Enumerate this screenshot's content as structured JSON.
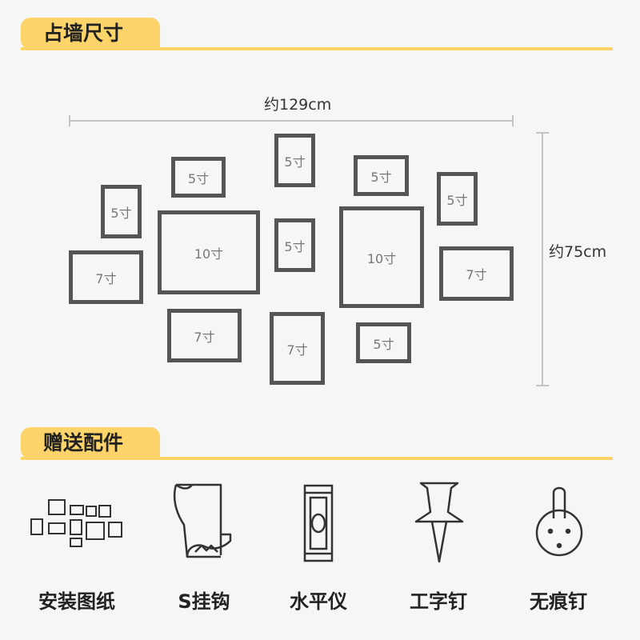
{
  "sections": {
    "wall_size": "占墙尺寸",
    "accessories": "赠送配件"
  },
  "dimensions": {
    "width_label": "约129cm",
    "height_label": "约75cm"
  },
  "frames": {
    "f1": "5寸",
    "f2": "7寸",
    "f3": "5寸",
    "f4": "10寸",
    "f5": "7寸",
    "f6": "5寸",
    "f7": "5寸",
    "f8": "7寸",
    "f9": "5寸",
    "f10": "10寸",
    "f11": "5寸",
    "f12": "5寸",
    "f13": "7寸"
  },
  "accessories": [
    {
      "label": "安装图纸",
      "icon": "layout-template-icon"
    },
    {
      "label": "S挂钩",
      "icon": "s-hook-icon"
    },
    {
      "label": "水平仪",
      "icon": "spirit-level-icon"
    },
    {
      "label": "工字钉",
      "icon": "pushpin-icon"
    },
    {
      "label": "无痕钉",
      "icon": "traceless-hook-icon"
    }
  ]
}
